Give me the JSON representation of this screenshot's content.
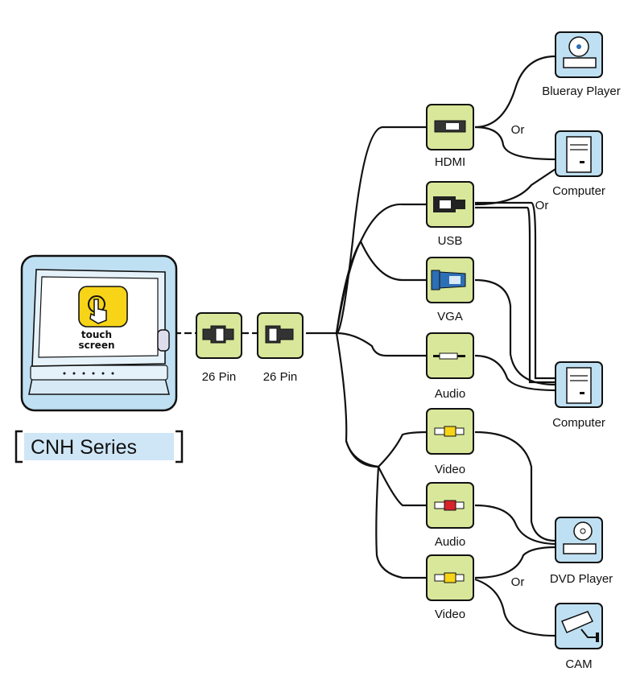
{
  "series_label": "CNH Series",
  "monitor": {
    "badge_line1": "touch",
    "badge_line2": "screen"
  },
  "connectors": {
    "pin_left": "26 Pin",
    "pin_right": "26 Pin",
    "hdmi": "HDMI",
    "usb": "USB",
    "vga": "VGA",
    "audio_top": "Audio",
    "video_top": "Video",
    "audio_rca": "Audio",
    "video_bottom": "Video"
  },
  "devices": {
    "blueray": "Blueray Player",
    "computer_top": "Computer",
    "computer_bottom": "Computer",
    "dvd": "DVD Player",
    "cam": "CAM"
  },
  "or_labels": {
    "hdmi_or": "Or",
    "usb_or": "Or",
    "video_or": "Or"
  },
  "colors": {
    "connector_fill": "#d9e79a",
    "device_fill": "#bfe0f2",
    "series_fill": "#cfe6f6",
    "badge_yellow": "#f7d417",
    "vga_blue": "#2c6fb5",
    "audio_red": "#d9232a"
  }
}
